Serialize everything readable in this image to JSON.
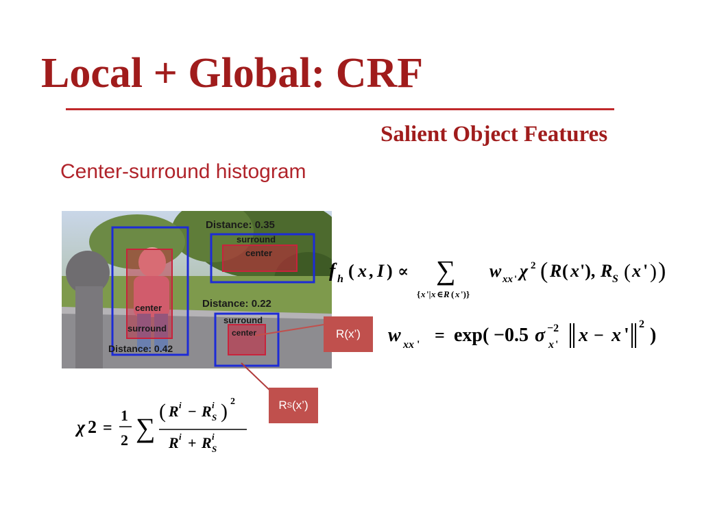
{
  "slide": {
    "title": "Local + Global: CRF",
    "heading": "Salient Object Features",
    "subheading": "Center-surround histogram"
  },
  "photo": {
    "regions": [
      {
        "distance_label": "Distance: 0.42",
        "center_label": "center",
        "surround_label": "surround"
      },
      {
        "distance_label": "Distance: 0.35",
        "center_label": "center",
        "surround_label": "surround"
      },
      {
        "distance_label": "Distance: 0.22",
        "center_label": "center",
        "surround_label": "surround"
      }
    ]
  },
  "callouts": {
    "r": "R(x’)",
    "rs_base": "R",
    "rs_sub": "S",
    "rs_rest": "(x’)"
  },
  "colors": {
    "title": "#a01c1c",
    "rule": "#c0282a",
    "callout": "#c0504d",
    "region_box": "#1d2bd6",
    "center_box": "#c8233c"
  }
}
